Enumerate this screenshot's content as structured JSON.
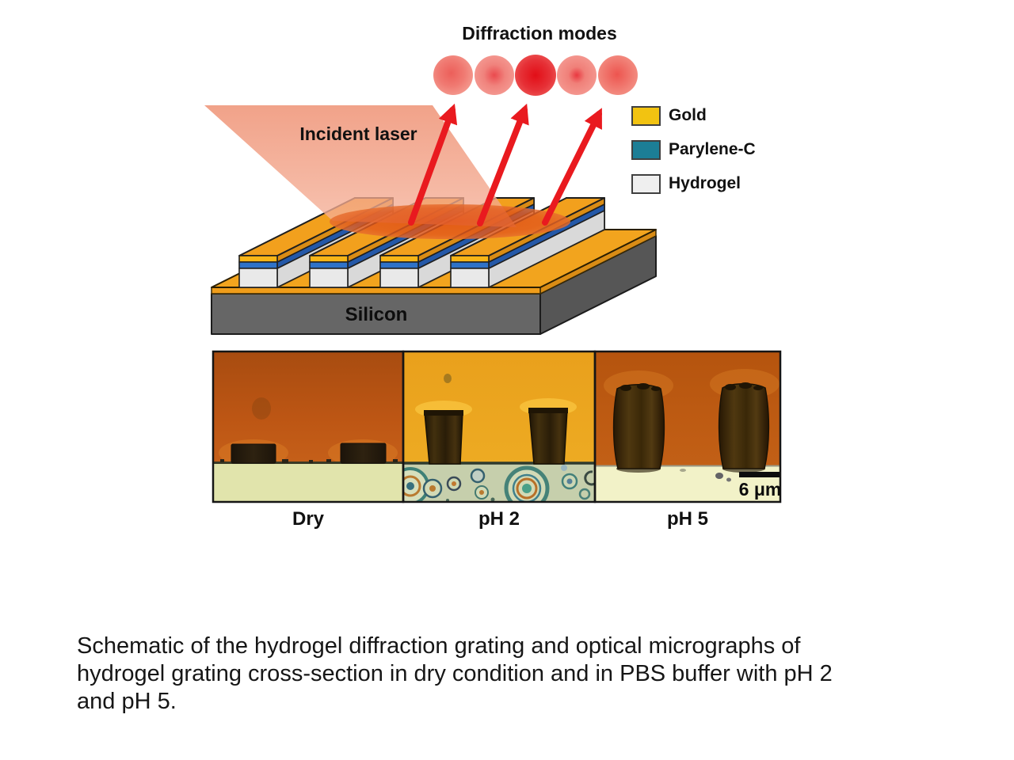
{
  "diagram": {
    "title": "Diffraction modes",
    "incident_laser_label": "Incident laser",
    "substrate_label": "Silicon",
    "legend": [
      {
        "label": "Gold",
        "color": "#f2c311"
      },
      {
        "label": "Parylene-C",
        "color": "#1c7e96"
      },
      {
        "label": "Hydrogel",
        "color": "#efefef"
      }
    ],
    "colors": {
      "laser_red": "#e91a1f",
      "beam_salmon": "#ee8b6e",
      "laser_spot": "#e05418",
      "gold_top": "#f2a31d",
      "gold_front": "#f8b517",
      "parylene_stripe": "#2f72c8",
      "hydrogel_face": "#e9e9e9",
      "silicon_gray": "#666666"
    }
  },
  "micrographs": {
    "panels": [
      {
        "label": "Dry"
      },
      {
        "label": "pH 2"
      },
      {
        "label": "pH 5"
      }
    ],
    "scale_bar_label": "6 μm",
    "colors": {
      "dry_background": "#bd5614",
      "ph2_background": "#eba61e",
      "ph5_background": "#bd5a12",
      "substrate_pale": "#e1e4ac"
    }
  },
  "caption": {
    "lines": [
      "Schematic of the hydrogel diffraction grating and optical micrographs of",
      "hydrogel grating cross-section in dry condition and in PBS buffer with pH 2",
      "and pH 5."
    ]
  }
}
